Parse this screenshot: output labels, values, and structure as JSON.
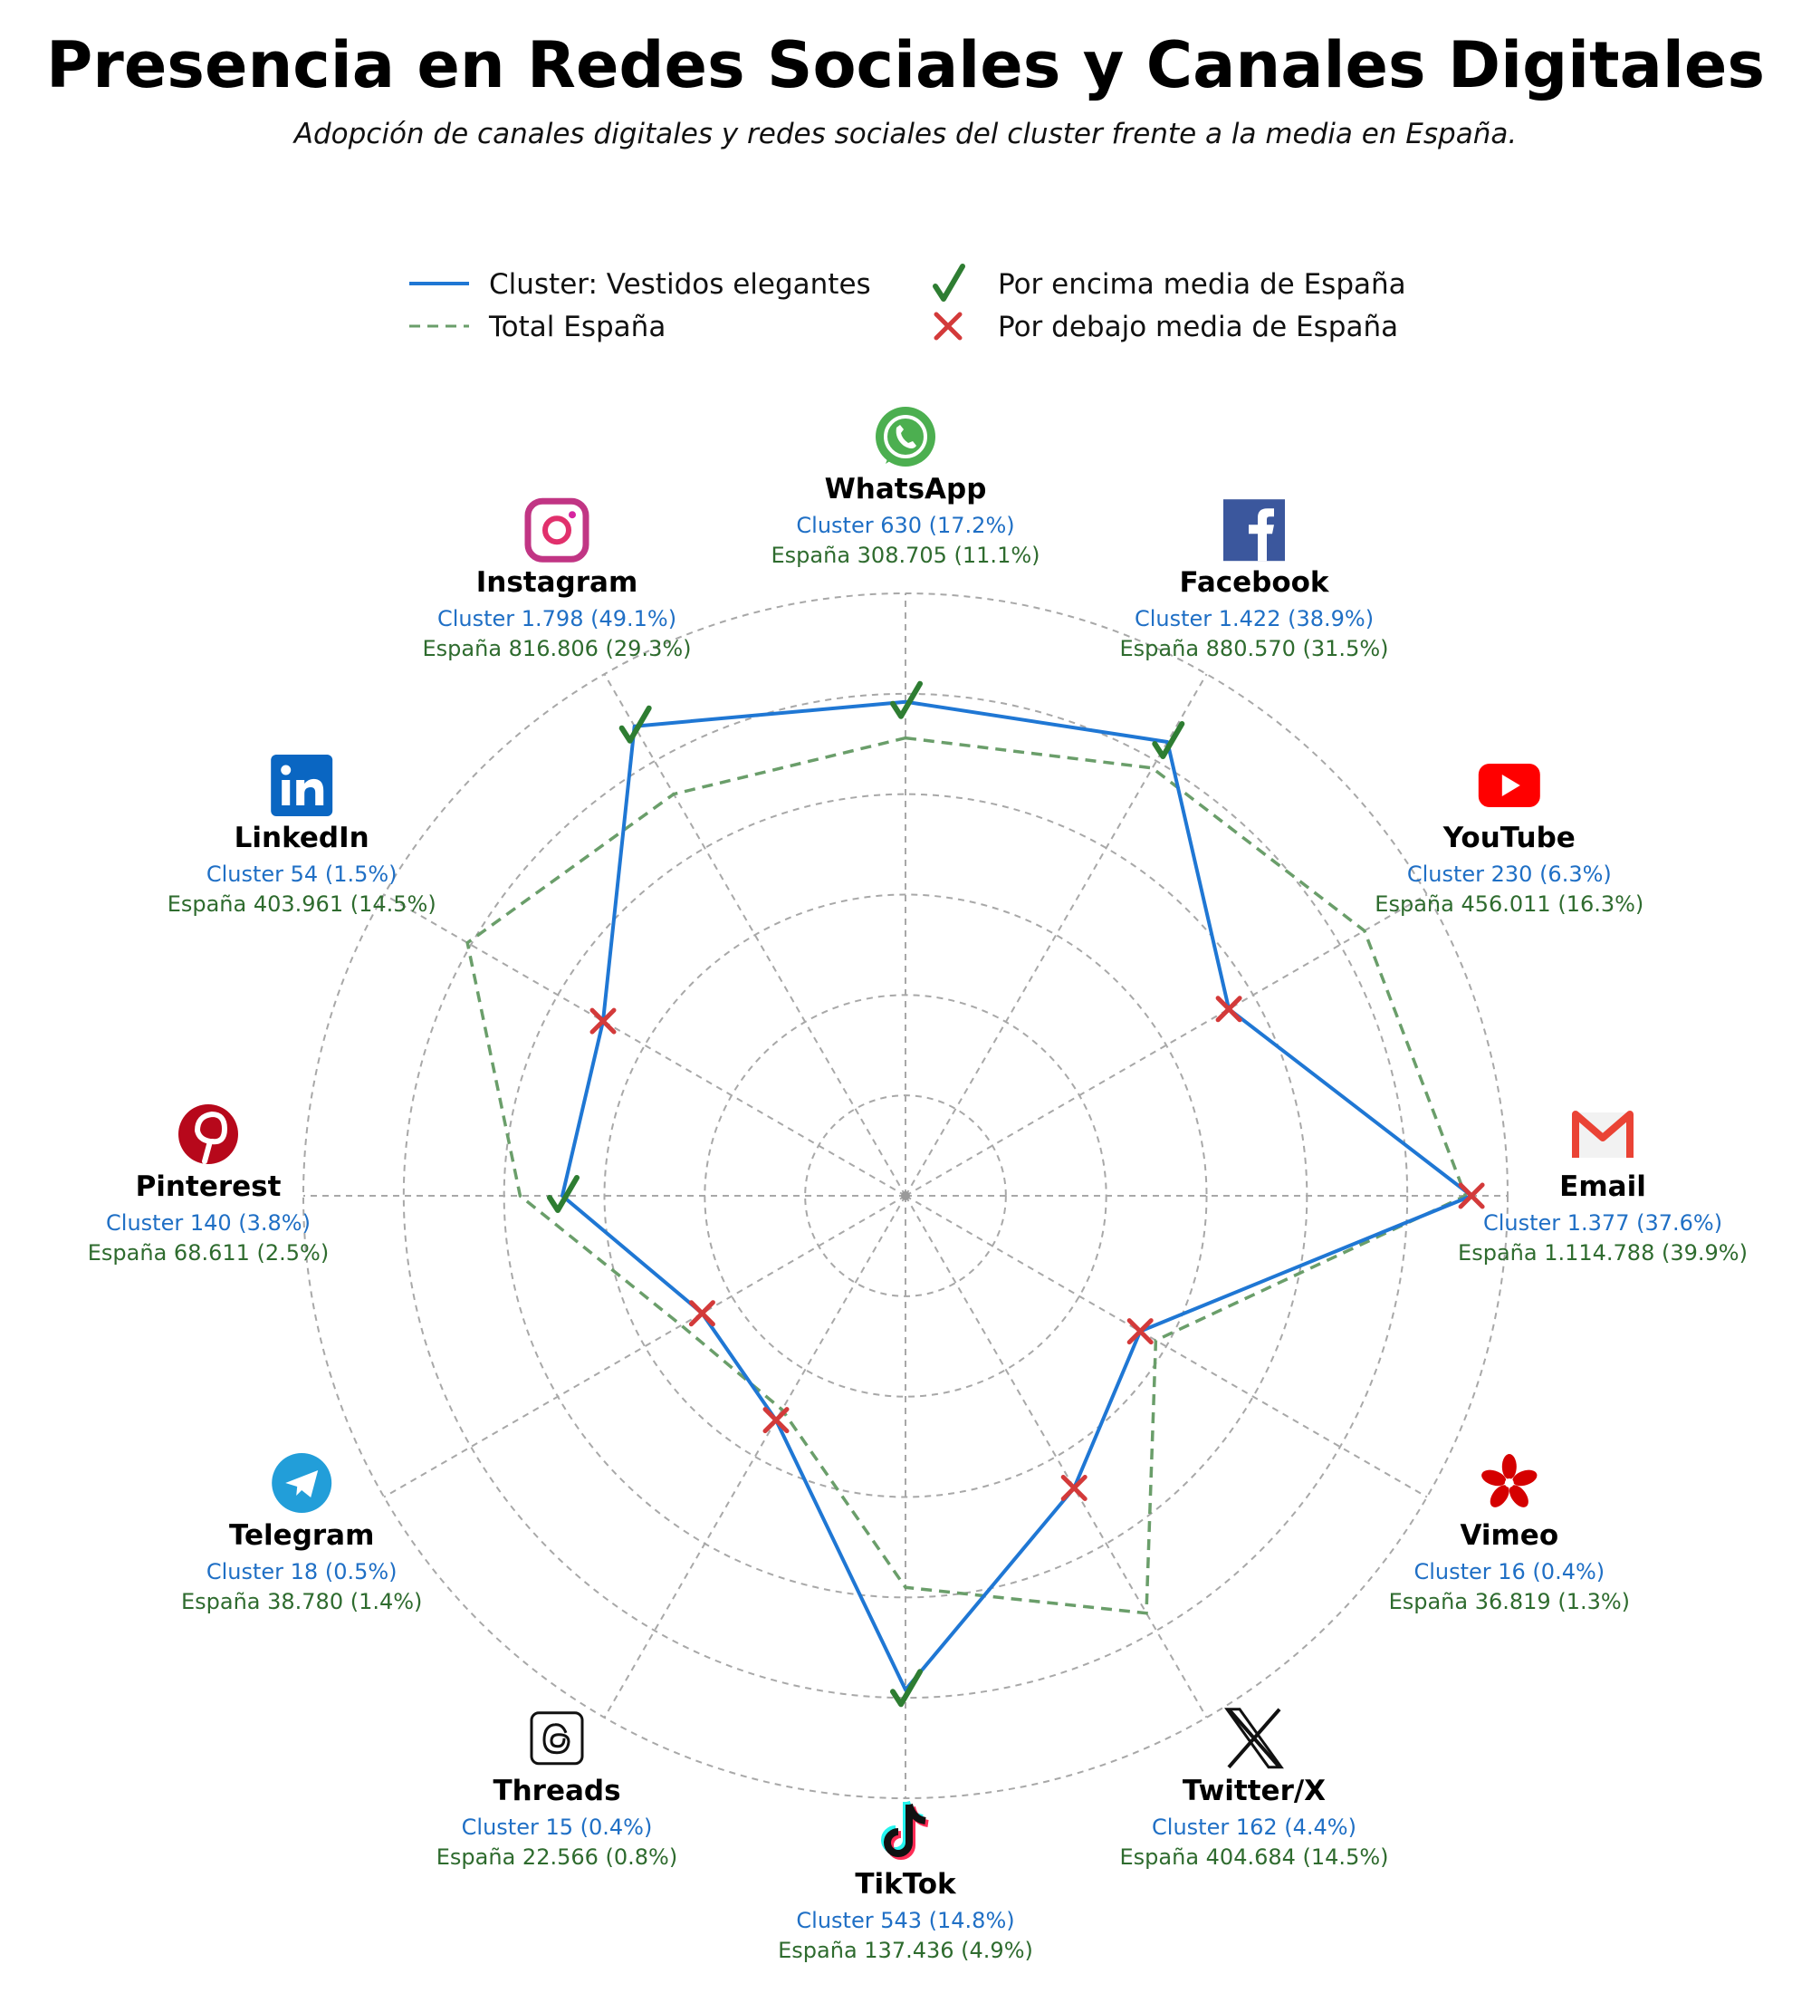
{
  "title": "Presencia en Redes Sociales y Canales Digitales",
  "subtitle": "Adopción de canales digitales y redes sociales del cluster frente a la media en España.",
  "legend": {
    "cluster": "Cluster: Vestidos elegantes",
    "spain": "Total España",
    "above": "Por encima media de España",
    "below": "Por debajo media de España"
  },
  "colors": {
    "cluster": "#1f77d4",
    "spain": "#6a9e6a",
    "above": "#2e7d32",
    "below": "#d33a3a",
    "grid": "#a8a8a8"
  },
  "chart_data": {
    "type": "radar",
    "title": "Presencia en Redes Sociales y Canales Digitales",
    "subtitle": "Adopción de canales digitales y redes sociales del cluster frente a la media en España.",
    "grid": true,
    "legend_position": "top-center",
    "categories": [
      "WhatsApp",
      "Facebook",
      "YouTube",
      "Email",
      "Vimeo",
      "Twitter/X",
      "TikTok",
      "Threads",
      "Telegram",
      "Pinterest",
      "LinkedIn",
      "Instagram"
    ],
    "series": [
      {
        "name": "Cluster: Vestidos elegantes",
        "values": [
          0.82,
          0.87,
          0.62,
          0.94,
          0.45,
          0.56,
          0.82,
          0.43,
          0.39,
          0.57,
          0.58,
          0.9
        ]
      },
      {
        "name": "Total España",
        "values": [
          0.76,
          0.82,
          0.88,
          0.93,
          0.48,
          0.8,
          0.65,
          0.41,
          0.43,
          0.64,
          0.84,
          0.77
        ]
      }
    ],
    "status": [
      "above",
      "above",
      "below",
      "below",
      "below",
      "below",
      "above",
      "below",
      "below",
      "above",
      "below",
      "above"
    ],
    "labels": [
      {
        "name": "WhatsApp",
        "icon": "whatsapp-icon",
        "cluster": "Cluster 630 (17.2%)",
        "spain": "España 308.705 (11.1%)"
      },
      {
        "name": "Facebook",
        "icon": "facebook-icon",
        "cluster": "Cluster 1.422 (38.9%)",
        "spain": "España 880.570 (31.5%)"
      },
      {
        "name": "YouTube",
        "icon": "youtube-icon",
        "cluster": "Cluster 230 (6.3%)",
        "spain": "España 456.011 (16.3%)"
      },
      {
        "name": "Email",
        "icon": "gmail-icon",
        "cluster": "Cluster 1.377 (37.6%)",
        "spain": "España 1.114.788 (39.9%)"
      },
      {
        "name": "Vimeo",
        "icon": "vimeo-icon",
        "cluster": "Cluster 16 (0.4%)",
        "spain": "España 36.819 (1.3%)"
      },
      {
        "name": "Twitter/X",
        "icon": "x-icon",
        "cluster": "Cluster 162 (4.4%)",
        "spain": "España 404.684 (14.5%)"
      },
      {
        "name": "TikTok",
        "icon": "tiktok-icon",
        "cluster": "Cluster 543 (14.8%)",
        "spain": "España 137.436 (4.9%)"
      },
      {
        "name": "Threads",
        "icon": "threads-icon",
        "cluster": "Cluster 15 (0.4%)",
        "spain": "España 22.566 (0.8%)"
      },
      {
        "name": "Telegram",
        "icon": "telegram-icon",
        "cluster": "Cluster 18 (0.5%)",
        "spain": "España 38.780 (1.4%)"
      },
      {
        "name": "Pinterest",
        "icon": "pinterest-icon",
        "cluster": "Cluster 140 (3.8%)",
        "spain": "España 68.611 (2.5%)"
      },
      {
        "name": "LinkedIn",
        "icon": "linkedin-icon",
        "cluster": "Cluster 54 (1.5%)",
        "spain": "España 403.961 (14.5%)"
      },
      {
        "name": "Instagram",
        "icon": "instagram-icon",
        "cluster": "Cluster 1.798 (49.1%)",
        "spain": "España 816.806 (29.3%)"
      }
    ]
  }
}
